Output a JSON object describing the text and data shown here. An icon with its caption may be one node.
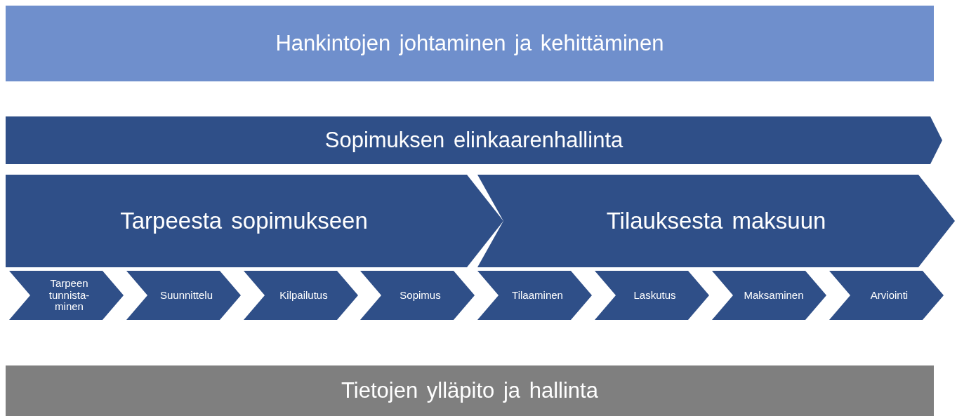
{
  "diagram": {
    "nodes": [
      {
        "text": [
          "Hankintojen johtaminen ja kehittäminen"
        ]
      },
      {
        "text": [
          "Sopimuksen elinkaarenhallinta"
        ]
      },
      {
        "text": [
          "Tarpeesta sopimukseen"
        ]
      },
      {
        "text": [
          "Tilauksesta maksuun"
        ]
      },
      {
        "text": [
          "Tarpeen tunnista- minen"
        ]
      },
      {
        "text": [
          "Suunnittelu"
        ]
      },
      {
        "text": [
          "Kilpailutus"
        ]
      },
      {
        "text": [
          "Sopimus"
        ]
      },
      {
        "text": [
          "Tilaaminen"
        ]
      },
      {
        "text": [
          "Laskutus"
        ]
      },
      {
        "text": [
          "Maksaminen"
        ]
      },
      {
        "text": [
          "Arviointi"
        ]
      },
      {
        "text": [
          "Tietojen ylläpito ja hallinta"
        ]
      }
    ]
  }
}
